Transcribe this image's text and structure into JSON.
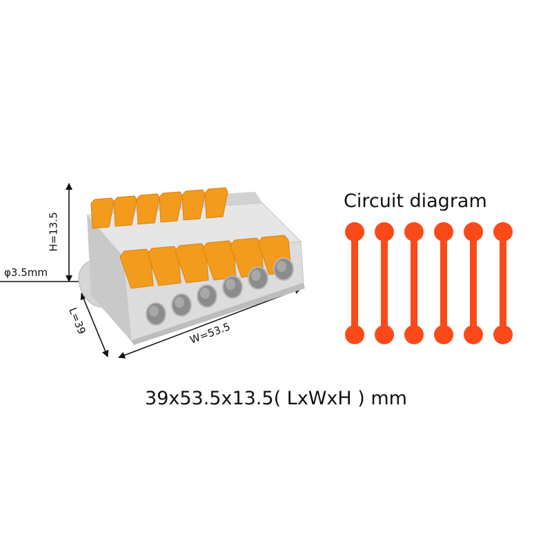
{
  "product": {
    "label_height": "H=13.5",
    "label_hole": "φ3.5mm",
    "label_length": "L=39",
    "label_width": "W=53.5",
    "lever_count": 6,
    "colors": {
      "lever": "#f39b1c",
      "lever_shade": "#d97f0e",
      "housing": "#e2e2e2",
      "housing_dark": "#b8b8b8",
      "hole": "#8c8c8c"
    }
  },
  "circuit": {
    "title": "Circuit diagram",
    "bar_count": 6,
    "color": "#fb4a1a"
  },
  "dimensions_text": "39x53.5x13.5( LxWxH ) mm"
}
